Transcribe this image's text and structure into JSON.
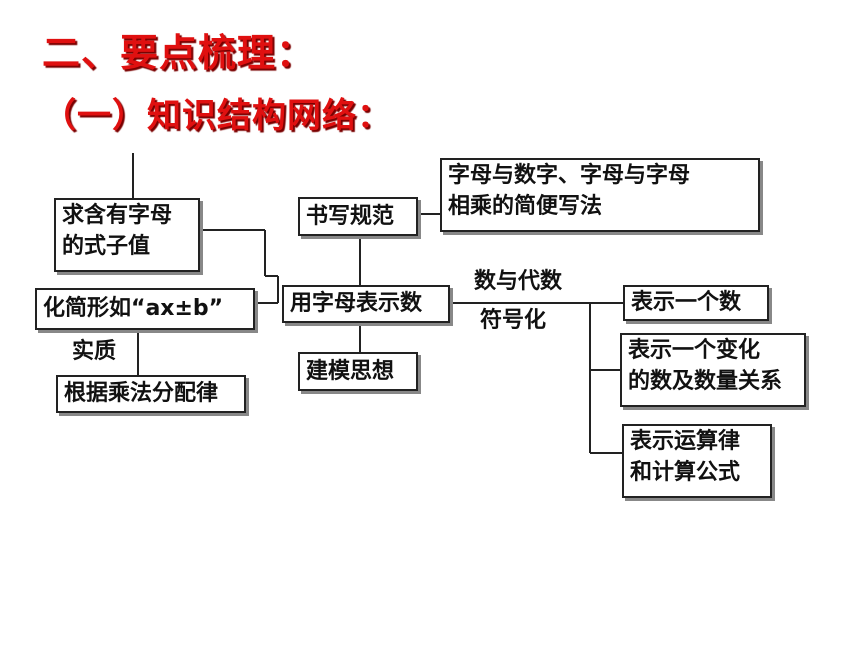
{
  "heading": "二、要点梳理：",
  "subheading": "（一）知识结构网络：",
  "nodes": {
    "qiu_han": [
      "求含有字母",
      "的式子值"
    ],
    "hua_jian": "化简形如“ax±b”",
    "shi_zhi": "实质",
    "gen_ju": "根据乘法分配律",
    "shu_xie": "书写规范",
    "xiang_cheng": [
      "字母与数字、字母与字母",
      "相乘的简便写法"
    ],
    "yong_zi_mu": "用字母表示数",
    "jian_mo": "建模思想",
    "shu_yu_dai_shu": "数与代数",
    "fu_hao_hua": "符号化",
    "biao_shi_yi_ge_shu": "表示一个数",
    "bian_hua": [
      "表示一个变化",
      "的数及数量关系"
    ],
    "yun_suan_lv": [
      "表示运算律",
      "和计算公式"
    ]
  }
}
